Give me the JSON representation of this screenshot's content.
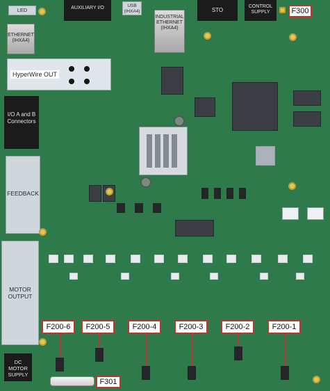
{
  "labels": {
    "led": "LED",
    "auxiliary_io": "AUXILIARY I/O",
    "usb": "USB (IHXA4)",
    "industrial_ethernet": "INDUSTRIAL ETHERNET (IHXA4)",
    "sto": "STO",
    "control_supply": "CONTROL SUPPLY",
    "ethernet": "ETHERNET (IHXA4)",
    "hyperwire_out": "HyperWire OUT",
    "io_connectors": "I/O A and B Connectors",
    "feedback": "FEEDBACK",
    "motor_output": "MOTOR OUTPUT",
    "dc_motor_supply": "DC MOTOR SUPPLY"
  },
  "callouts": {
    "f300": "F300",
    "f200_6": "F200-6",
    "f200_5": "F200-5",
    "f200_4": "F200-4",
    "f200_3": "F200-3",
    "f200_2": "F200-2",
    "f200_1": "F200-1",
    "f301": "F301"
  },
  "colors": {
    "board": "#2f7a4a",
    "callout_border": "#b63a2f",
    "gold": "#e8c64e"
  }
}
